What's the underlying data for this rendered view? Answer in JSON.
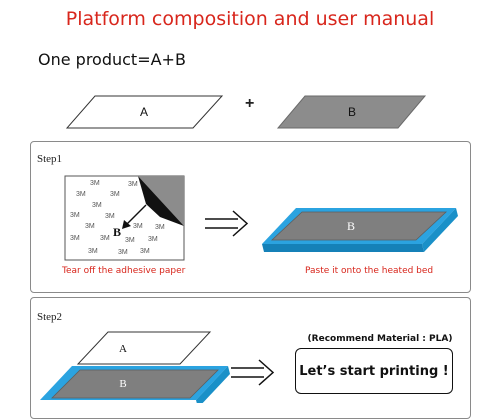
{
  "header": {
    "title": "Platform composition and user manual",
    "subtitle": "One product=A+B"
  },
  "product": {
    "plate_a_label": "A",
    "plus": "+",
    "plate_b_label": "B"
  },
  "step1": {
    "label": "Step1",
    "sheet_mark": "3M",
    "sheet_letter": "B",
    "bed_label": "B",
    "caption_left": "Tear off the adhesive paper",
    "caption_right": "Paste it onto the heated bed"
  },
  "step2": {
    "label": "Step2",
    "plate_a_label": "A",
    "plate_b_label": "B",
    "recommend": "(Recommend Material : PLA)",
    "start": "Let’s start printing !"
  },
  "colors": {
    "accent_red": "#d8261c",
    "bed_blue": "#2ba3e0",
    "plate_grey": "#8c8c8c"
  }
}
